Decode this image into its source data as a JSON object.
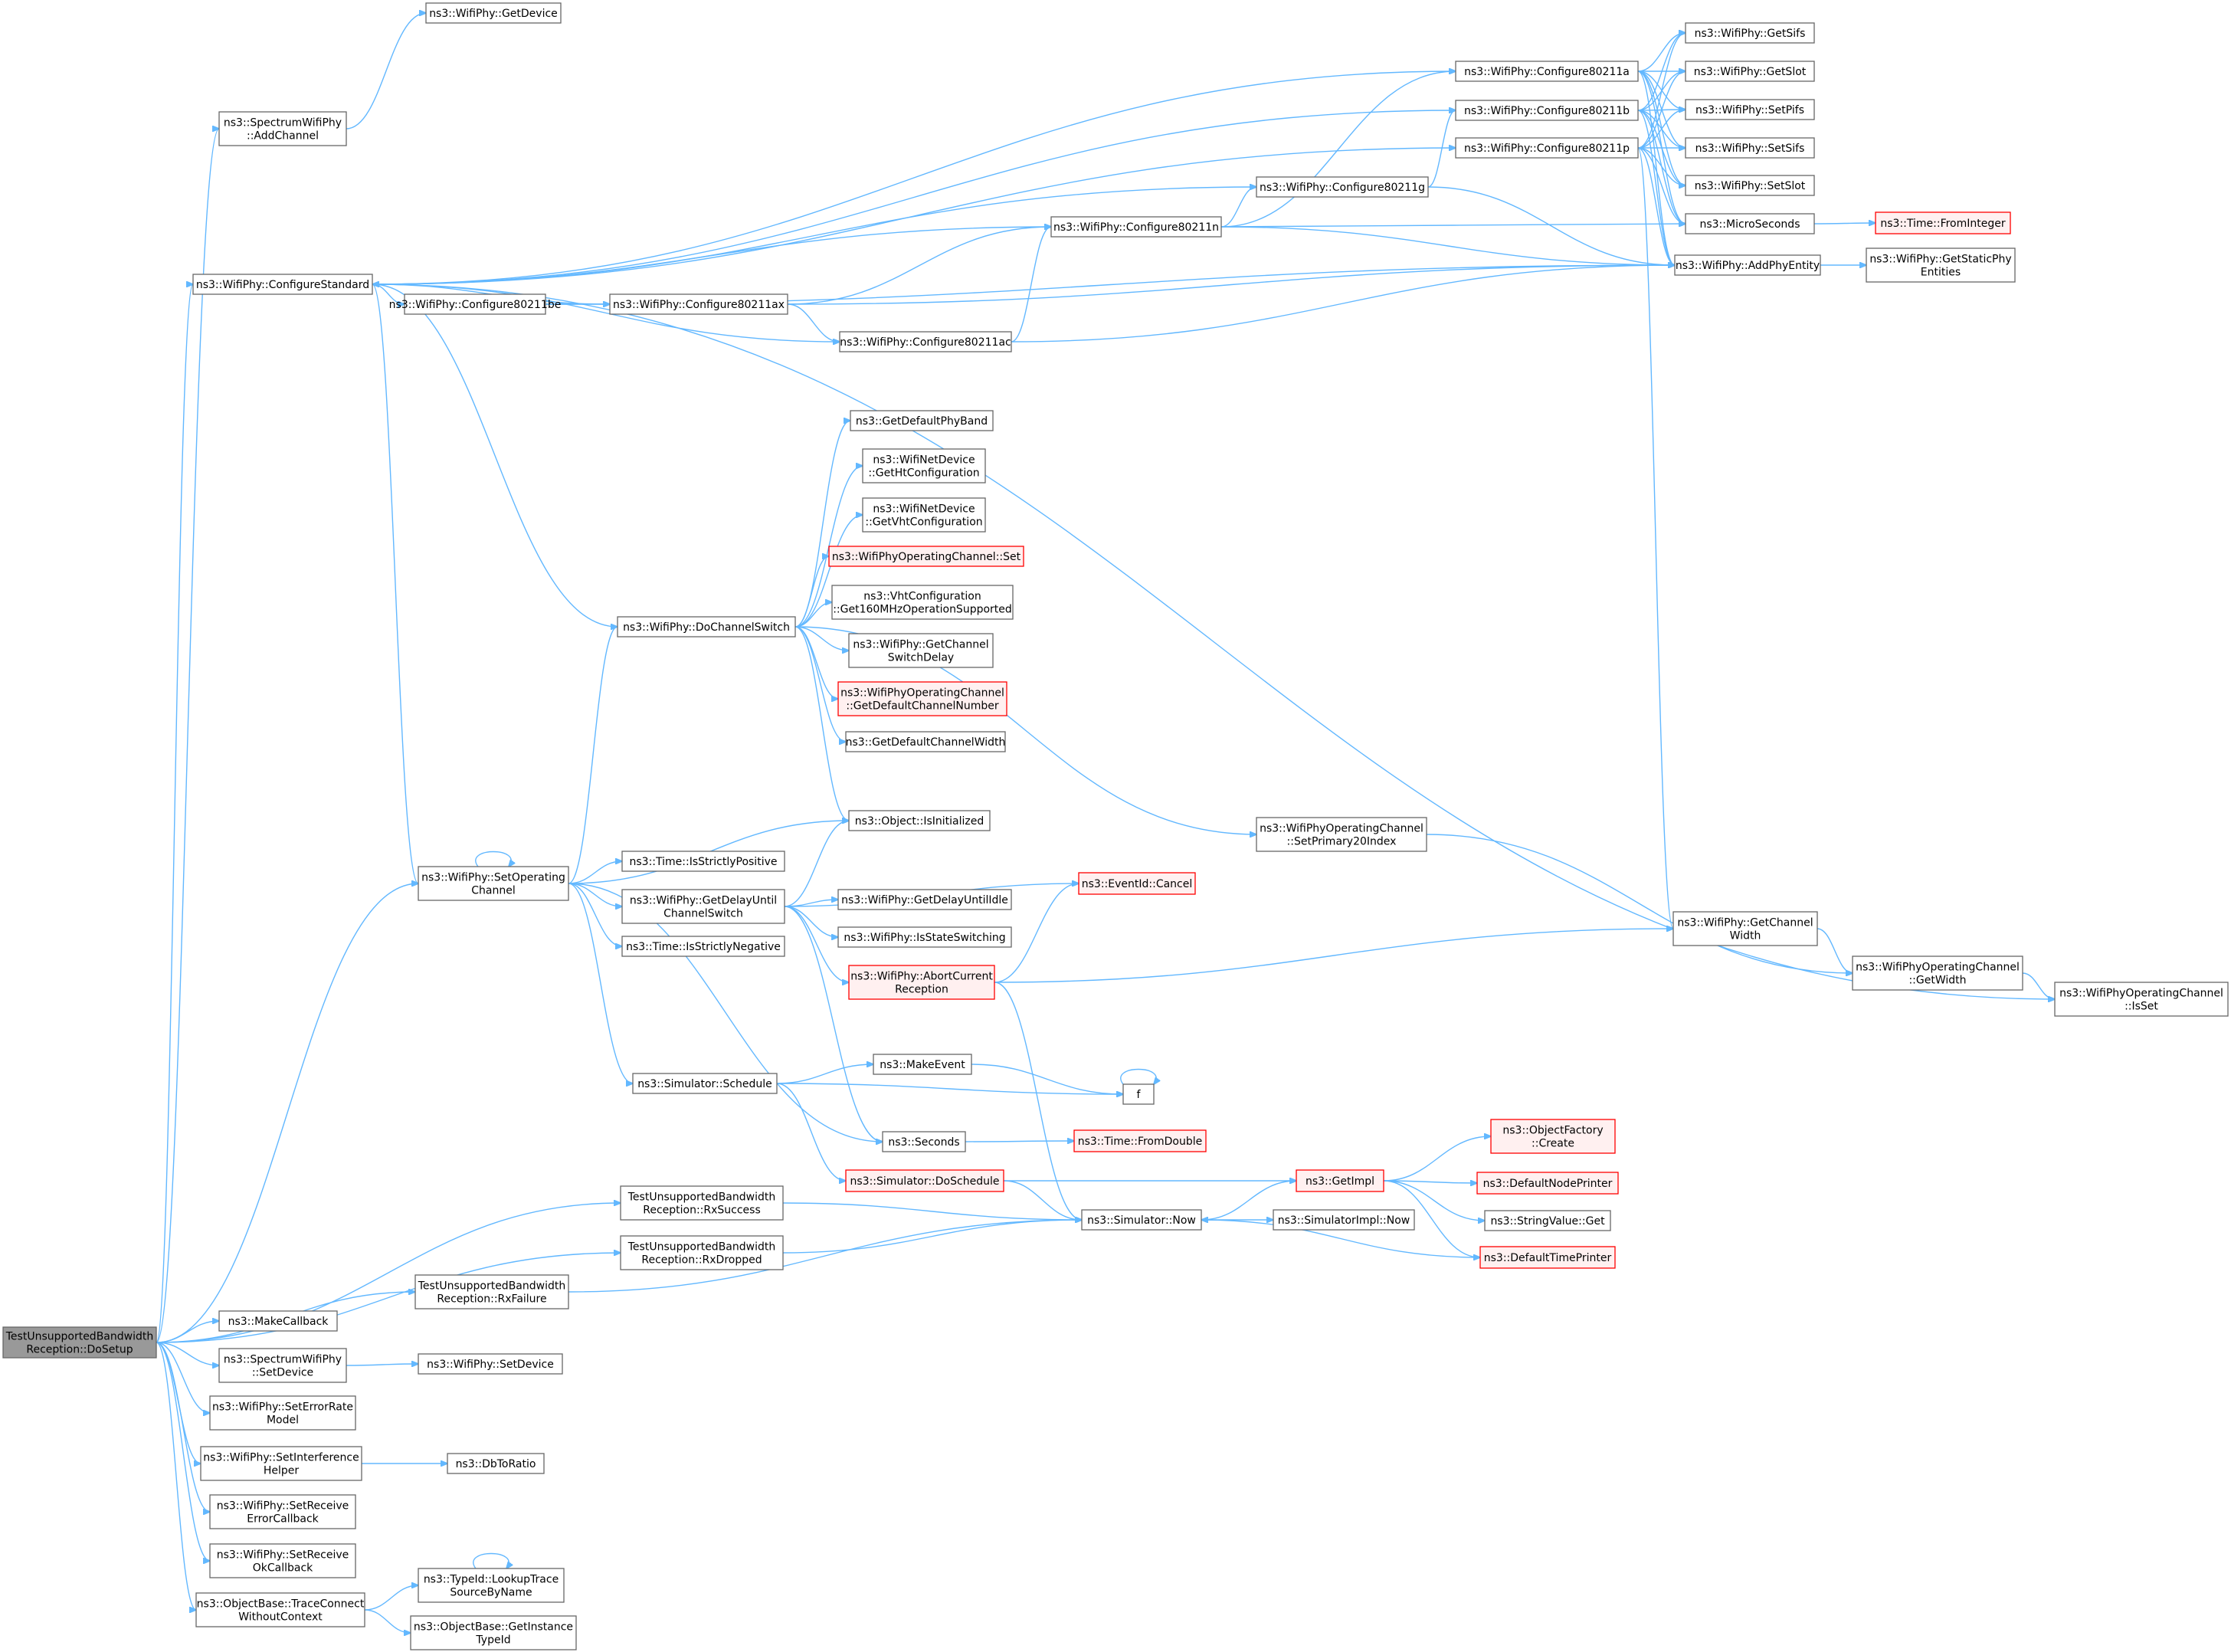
{
  "diagram": {
    "nodes": [
      {
        "id": "root",
        "lines": [
          "TestUnsupportedBandwidth",
          "Reception::DoSetup"
        ],
        "style": "root"
      },
      {
        "id": "getdevice",
        "lines": [
          "ns3::WifiPhy::GetDevice"
        ]
      },
      {
        "id": "addchannel",
        "lines": [
          "ns3::SpectrumWifiPhy",
          "::AddChannel"
        ]
      },
      {
        "id": "configstd",
        "lines": [
          "ns3::WifiPhy::ConfigureStandard"
        ]
      },
      {
        "id": "c11a",
        "lines": [
          "ns3::WifiPhy::Configure80211a"
        ]
      },
      {
        "id": "c11b",
        "lines": [
          "ns3::WifiPhy::Configure80211b"
        ]
      },
      {
        "id": "c11p",
        "lines": [
          "ns3::WifiPhy::Configure80211p"
        ]
      },
      {
        "id": "c11g",
        "lines": [
          "ns3::WifiPhy::Configure80211g"
        ]
      },
      {
        "id": "c11n",
        "lines": [
          "ns3::WifiPhy::Configure80211n"
        ]
      },
      {
        "id": "c11be",
        "lines": [
          "ns3::WifiPhy::Configure80211be"
        ]
      },
      {
        "id": "c11ax",
        "lines": [
          "ns3::WifiPhy::Configure80211ax"
        ]
      },
      {
        "id": "c11ac",
        "lines": [
          "ns3::WifiPhy::Configure80211ac"
        ]
      },
      {
        "id": "getsifs",
        "lines": [
          "ns3::WifiPhy::GetSifs"
        ]
      },
      {
        "id": "getslot",
        "lines": [
          "ns3::WifiPhy::GetSlot"
        ]
      },
      {
        "id": "setpifs",
        "lines": [
          "ns3::WifiPhy::SetPifs"
        ]
      },
      {
        "id": "setsifs",
        "lines": [
          "ns3::WifiPhy::SetSifs"
        ]
      },
      {
        "id": "setslot",
        "lines": [
          "ns3::WifiPhy::SetSlot"
        ]
      },
      {
        "id": "micro",
        "lines": [
          "ns3::MicroSeconds"
        ]
      },
      {
        "id": "frominteger",
        "lines": [
          "ns3::Time::FromInteger"
        ],
        "style": "red"
      },
      {
        "id": "addphy",
        "lines": [
          "ns3::WifiPhy::AddPhyEntity"
        ]
      },
      {
        "id": "getstaticphy",
        "lines": [
          "ns3::WifiPhy::GetStaticPhy",
          "Entities"
        ]
      },
      {
        "id": "getdefband",
        "lines": [
          "ns3::GetDefaultPhyBand"
        ]
      },
      {
        "id": "getht",
        "lines": [
          "ns3::WifiNetDevice",
          "::GetHtConfiguration"
        ]
      },
      {
        "id": "getvht",
        "lines": [
          "ns3::WifiNetDevice",
          "::GetVhtConfiguration"
        ]
      },
      {
        "id": "opchset",
        "lines": [
          "ns3::WifiPhyOperatingChannel::Set"
        ],
        "style": "red"
      },
      {
        "id": "get160",
        "lines": [
          "ns3::VhtConfiguration",
          "::Get160MHzOperationSupported"
        ]
      },
      {
        "id": "getchswdelay",
        "lines": [
          "ns3::WifiPhy::GetChannel",
          "SwitchDelay"
        ]
      },
      {
        "id": "getdefchnum",
        "lines": [
          "ns3::WifiPhyOperatingChannel",
          "::GetDefaultChannelNumber"
        ],
        "style": "red"
      },
      {
        "id": "getdefchwidth",
        "lines": [
          "ns3::GetDefaultChannelWidth"
        ]
      },
      {
        "id": "dochswitch",
        "lines": [
          "ns3::WifiPhy::DoChannelSwitch"
        ]
      },
      {
        "id": "isinit",
        "lines": [
          "ns3::Object::IsInitialized"
        ]
      },
      {
        "id": "setprim",
        "lines": [
          "ns3::WifiPhyOperatingChannel",
          "::SetPrimary20Index"
        ]
      },
      {
        "id": "setopch",
        "lines": [
          "ns3::WifiPhy::SetOperating",
          "Channel"
        ]
      },
      {
        "id": "strictpos",
        "lines": [
          "ns3::Time::IsStrictlyPositive"
        ]
      },
      {
        "id": "getdelay",
        "lines": [
          "ns3::WifiPhy::GetDelayUntil",
          "ChannelSwitch"
        ]
      },
      {
        "id": "cancel",
        "lines": [
          "ns3::EventId::Cancel"
        ],
        "style": "red"
      },
      {
        "id": "getdelayidle",
        "lines": [
          "ns3::WifiPhy::GetDelayUntilIdle"
        ]
      },
      {
        "id": "isswitching",
        "lines": [
          "ns3::WifiPhy::IsStateSwitching"
        ]
      },
      {
        "id": "strictneg",
        "lines": [
          "ns3::Time::IsStrictlyNegative"
        ]
      },
      {
        "id": "abort",
        "lines": [
          "ns3::WifiPhy::AbortCurrent",
          "Reception"
        ],
        "style": "red"
      },
      {
        "id": "getchwidth",
        "lines": [
          "ns3::WifiPhy::GetChannel",
          "Width"
        ]
      },
      {
        "id": "opgetwidth",
        "lines": [
          "ns3::WifiPhyOperatingChannel",
          "::GetWidth"
        ]
      },
      {
        "id": "isset",
        "lines": [
          "ns3::WifiPhyOperatingChannel",
          "::IsSet"
        ]
      },
      {
        "id": "schedule",
        "lines": [
          "ns3::Simulator::Schedule"
        ]
      },
      {
        "id": "makeevent",
        "lines": [
          "ns3::MakeEvent"
        ]
      },
      {
        "id": "f",
        "lines": [
          "f"
        ]
      },
      {
        "id": "seconds",
        "lines": [
          "ns3::Seconds"
        ]
      },
      {
        "id": "fromdouble",
        "lines": [
          "ns3::Time::FromDouble"
        ],
        "style": "red"
      },
      {
        "id": "doschedule",
        "lines": [
          "ns3::Simulator::DoSchedule"
        ],
        "style": "red"
      },
      {
        "id": "getimpl",
        "lines": [
          "ns3::GetImpl"
        ],
        "style": "red"
      },
      {
        "id": "objcreate",
        "lines": [
          "ns3::ObjectFactory",
          "::Create"
        ],
        "style": "red"
      },
      {
        "id": "defnode",
        "lines": [
          "ns3::DefaultNodePrinter"
        ],
        "style": "red"
      },
      {
        "id": "strget",
        "lines": [
          "ns3::StringValue::Get"
        ]
      },
      {
        "id": "deftime",
        "lines": [
          "ns3::DefaultTimePrinter"
        ],
        "style": "red"
      },
      {
        "id": "rxsuccess",
        "lines": [
          "TestUnsupportedBandwidth",
          "Reception::RxSuccess"
        ]
      },
      {
        "id": "rxdropped",
        "lines": [
          "TestUnsupportedBandwidth",
          "Reception::RxDropped"
        ]
      },
      {
        "id": "rxfailure",
        "lines": [
          "TestUnsupportedBandwidth",
          "Reception::RxFailure"
        ]
      },
      {
        "id": "simnow",
        "lines": [
          "ns3::Simulator::Now"
        ]
      },
      {
        "id": "implnow",
        "lines": [
          "ns3::SimulatorImpl::Now"
        ]
      },
      {
        "id": "makecb",
        "lines": [
          "ns3::MakeCallback"
        ]
      },
      {
        "id": "setdevspec",
        "lines": [
          "ns3::SpectrumWifiPhy",
          "::SetDevice"
        ]
      },
      {
        "id": "setdevwifi",
        "lines": [
          "ns3::WifiPhy::SetDevice"
        ]
      },
      {
        "id": "seterr",
        "lines": [
          "ns3::WifiPhy::SetErrorRate",
          "Model"
        ]
      },
      {
        "id": "setinterf",
        "lines": [
          "ns3::WifiPhy::SetInterference",
          "Helper"
        ]
      },
      {
        "id": "dbtoratio",
        "lines": [
          "ns3::DbToRatio"
        ]
      },
      {
        "id": "setrxerr",
        "lines": [
          "ns3::WifiPhy::SetReceive",
          "ErrorCallback"
        ]
      },
      {
        "id": "setrxok",
        "lines": [
          "ns3::WifiPhy::SetReceive",
          "OkCallback"
        ]
      },
      {
        "id": "traceconnect",
        "lines": [
          "ns3::ObjectBase::TraceConnect",
          "WithoutContext"
        ]
      },
      {
        "id": "lookup",
        "lines": [
          "ns3::TypeId::LookupTrace",
          "SourceByName"
        ]
      },
      {
        "id": "getinst",
        "lines": [
          "ns3::ObjectBase::GetInstance",
          "TypeId"
        ]
      }
    ],
    "edges": [
      [
        "root",
        "addchannel"
      ],
      [
        "root",
        "configstd"
      ],
      [
        "root",
        "setopch"
      ],
      [
        "root",
        "rxsuccess"
      ],
      [
        "root",
        "rxdropped"
      ],
      [
        "root",
        "rxfailure"
      ],
      [
        "root",
        "makecb"
      ],
      [
        "root",
        "setdevspec"
      ],
      [
        "root",
        "seterr"
      ],
      [
        "root",
        "setinterf"
      ],
      [
        "root",
        "setrxerr"
      ],
      [
        "root",
        "setrxok"
      ],
      [
        "root",
        "traceconnect"
      ],
      [
        "addchannel",
        "getdevice"
      ],
      [
        "configstd",
        "c11a"
      ],
      [
        "configstd",
        "c11b"
      ],
      [
        "configstd",
        "c11p"
      ],
      [
        "configstd",
        "c11g"
      ],
      [
        "configstd",
        "c11n"
      ],
      [
        "configstd",
        "c11be"
      ],
      [
        "configstd",
        "c11ax"
      ],
      [
        "configstd",
        "c11ac"
      ],
      [
        "configstd",
        "setopch"
      ],
      [
        "configstd",
        "isset"
      ],
      [
        "c11be",
        "c11ax"
      ],
      [
        "c11be",
        "addphy"
      ],
      [
        "c11ax",
        "c11n"
      ],
      [
        "c11ax",
        "c11ac"
      ],
      [
        "c11ax",
        "addphy"
      ],
      [
        "c11ac",
        "c11n"
      ],
      [
        "c11ac",
        "addphy"
      ],
      [
        "c11n",
        "c11a"
      ],
      [
        "c11n",
        "c11g"
      ],
      [
        "c11n",
        "micro"
      ],
      [
        "c11n",
        "addphy"
      ],
      [
        "c11g",
        "c11b"
      ],
      [
        "c11g",
        "addphy"
      ],
      [
        "c11a",
        "getsifs"
      ],
      [
        "c11a",
        "getslot"
      ],
      [
        "c11a",
        "setpifs"
      ],
      [
        "c11a",
        "setsifs"
      ],
      [
        "c11a",
        "setslot"
      ],
      [
        "c11a",
        "micro"
      ],
      [
        "c11a",
        "addphy"
      ],
      [
        "c11b",
        "getsifs"
      ],
      [
        "c11b",
        "getslot"
      ],
      [
        "c11b",
        "setpifs"
      ],
      [
        "c11b",
        "setsifs"
      ],
      [
        "c11b",
        "setslot"
      ],
      [
        "c11b",
        "micro"
      ],
      [
        "c11b",
        "addphy"
      ],
      [
        "c11p",
        "getsifs"
      ],
      [
        "c11p",
        "getslot"
      ],
      [
        "c11p",
        "setpifs"
      ],
      [
        "c11p",
        "setsifs"
      ],
      [
        "c11p",
        "setslot"
      ],
      [
        "c11p",
        "micro"
      ],
      [
        "c11p",
        "addphy"
      ],
      [
        "c11p",
        "getchwidth"
      ],
      [
        "micro",
        "frominteger"
      ],
      [
        "addphy",
        "getstaticphy"
      ],
      [
        "dochswitch",
        "configstd"
      ],
      [
        "dochswitch",
        "getdefband"
      ],
      [
        "dochswitch",
        "getht"
      ],
      [
        "dochswitch",
        "getvht"
      ],
      [
        "dochswitch",
        "opchset"
      ],
      [
        "dochswitch",
        "get160"
      ],
      [
        "dochswitch",
        "getchswdelay"
      ],
      [
        "dochswitch",
        "getdefchnum"
      ],
      [
        "dochswitch",
        "getdefchwidth"
      ],
      [
        "dochswitch",
        "isinit"
      ],
      [
        "dochswitch",
        "setprim"
      ],
      [
        "setprim",
        "opgetwidth"
      ],
      [
        "setopch",
        "setopch"
      ],
      [
        "setopch",
        "dochswitch"
      ],
      [
        "setopch",
        "isinit"
      ],
      [
        "setopch",
        "strictpos"
      ],
      [
        "setopch",
        "getdelay"
      ],
      [
        "setopch",
        "strictneg"
      ],
      [
        "setopch",
        "schedule"
      ],
      [
        "setopch",
        "seconds"
      ],
      [
        "getdelay",
        "isinit"
      ],
      [
        "getdelay",
        "cancel"
      ],
      [
        "getdelay",
        "getdelayidle"
      ],
      [
        "getdelay",
        "isswitching"
      ],
      [
        "getdelay",
        "abort"
      ],
      [
        "getdelay",
        "seconds"
      ],
      [
        "abort",
        "cancel"
      ],
      [
        "abort",
        "getchwidth"
      ],
      [
        "abort",
        "simnow"
      ],
      [
        "getchwidth",
        "opgetwidth"
      ],
      [
        "opgetwidth",
        "isset"
      ],
      [
        "schedule",
        "makeevent"
      ],
      [
        "schedule",
        "f"
      ],
      [
        "schedule",
        "doschedule"
      ],
      [
        "makeevent",
        "f"
      ],
      [
        "f",
        "f"
      ],
      [
        "seconds",
        "fromdouble"
      ],
      [
        "doschedule",
        "getimpl"
      ],
      [
        "doschedule",
        "simnow"
      ],
      [
        "getimpl",
        "objcreate"
      ],
      [
        "getimpl",
        "defnode"
      ],
      [
        "getimpl",
        "strget"
      ],
      [
        "getimpl",
        "deftime"
      ],
      [
        "deftime",
        "simnow"
      ],
      [
        "rxsuccess",
        "simnow"
      ],
      [
        "rxdropped",
        "simnow"
      ],
      [
        "rxfailure",
        "simnow"
      ],
      [
        "simnow",
        "getimpl"
      ],
      [
        "simnow",
        "implnow"
      ],
      [
        "setdevspec",
        "setdevwifi"
      ],
      [
        "setinterf",
        "dbtoratio"
      ],
      [
        "traceconnect",
        "lookup"
      ],
      [
        "traceconnect",
        "getinst"
      ],
      [
        "lookup",
        "lookup"
      ]
    ]
  }
}
